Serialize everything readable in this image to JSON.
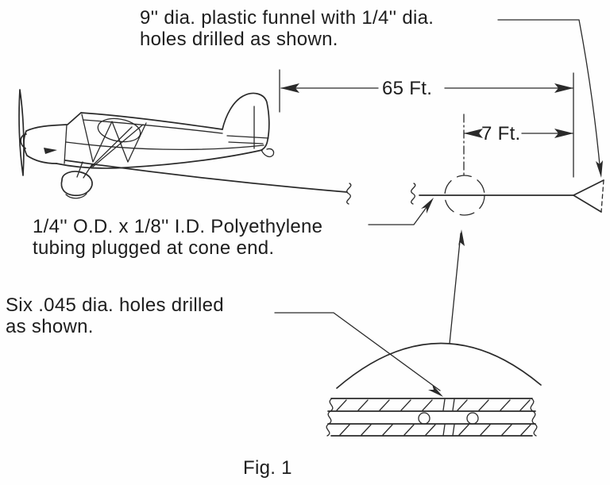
{
  "figure": {
    "caption": "Fig. 1"
  },
  "labels": {
    "funnel": {
      "line1": "9'' dia. plastic funnel with 1/4'' dia.",
      "line2": "holes drilled as shown."
    },
    "tubing": {
      "line1": "1/4'' O.D. x 1/8'' I.D. Polyethylene",
      "line2": "tubing plugged at cone end."
    },
    "holes": {
      "line1": "Six .045 dia. holes drilled",
      "line2": "as shown."
    }
  },
  "dimensions": {
    "towline_length": "65 Ft.",
    "funnel_offset": "7 Ft."
  },
  "colors": {
    "ink": "#2a2a2a",
    "paper": "#fefefe"
  }
}
